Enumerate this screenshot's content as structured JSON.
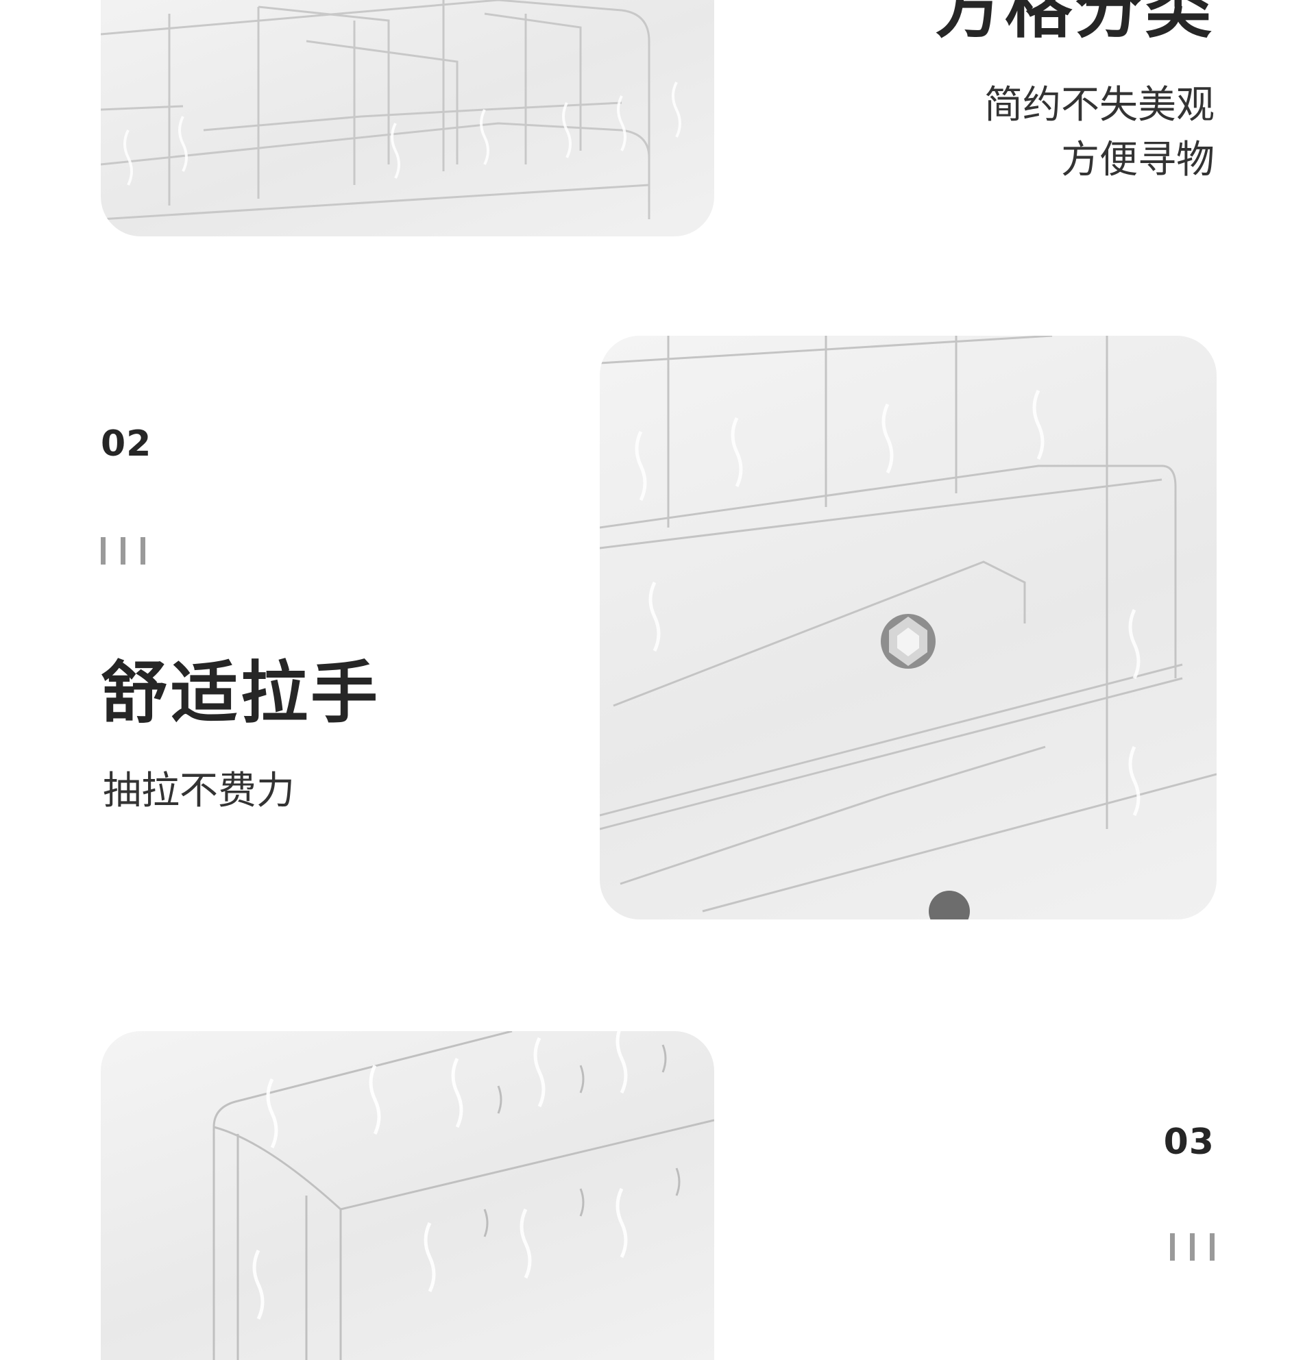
{
  "sections": [
    {
      "title": "方格分类",
      "subtitle_lines": [
        "简约不失美观",
        "方便寻物"
      ],
      "image": "grid-compartment-organizer-photo"
    },
    {
      "number": "02",
      "title": "舒适拉手",
      "subtitle": "抽拉不费力",
      "image": "drawer-crystal-knob-photo"
    },
    {
      "number": "03",
      "image": "textured-acrylic-box-photo"
    }
  ],
  "colors": {
    "text": "#262626",
    "divider_bars": "#9a9a9a",
    "panel_background": "#efefef",
    "background": "#ffffff"
  }
}
